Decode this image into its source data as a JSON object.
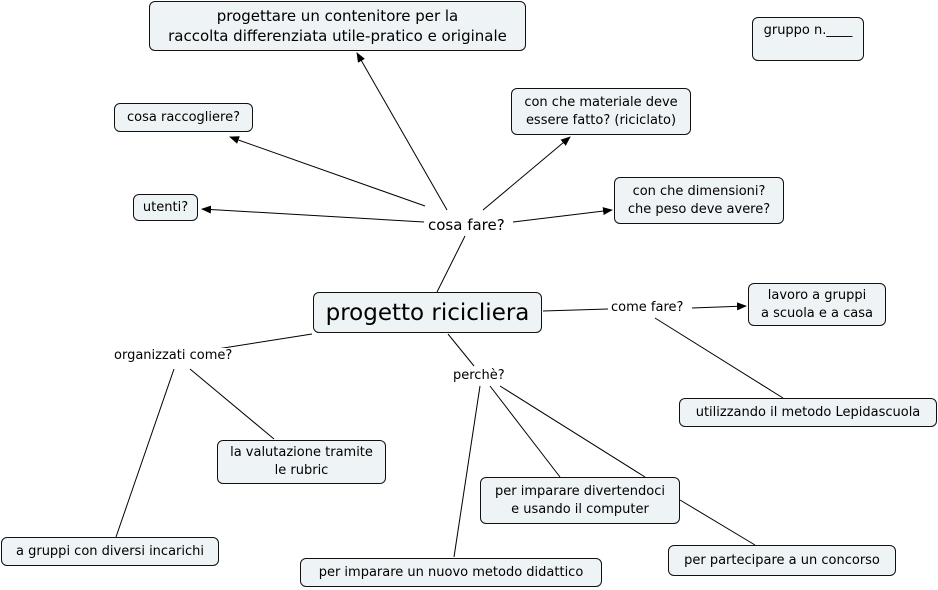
{
  "center": "progetto ricicliera",
  "group": "gruppo n.____",
  "branches": {
    "cosa_fare": "cosa fare?",
    "come_fare": "come fare?",
    "organizzati": "organizzati come?",
    "perche": "perchè?"
  },
  "nodes": {
    "contenitore": "progettare un contenitore per la\nraccolta differenziata utile-pratico e originale",
    "cosa_raccogliere": "cosa raccogliere?",
    "utenti": "utenti?",
    "materiale": "con che materiale deve\nessere fatto? (riciclato)",
    "dimensioni": "con che dimensioni?\nche peso deve avere?",
    "lavoro_gruppi": "lavoro a gruppi\na scuola e a casa",
    "lepidascuola": "utilizzando il metodo Lepidascuola",
    "valutazione": "la valutazione tramite\nle rubric",
    "incarichi": "a gruppi con diversi incarichi",
    "divertendoci": "per imparare divertendoci\ne usando il computer",
    "metodo_didattico": "per imparare un nuovo metodo didattico",
    "concorso": "per partecipare a un concorso"
  }
}
